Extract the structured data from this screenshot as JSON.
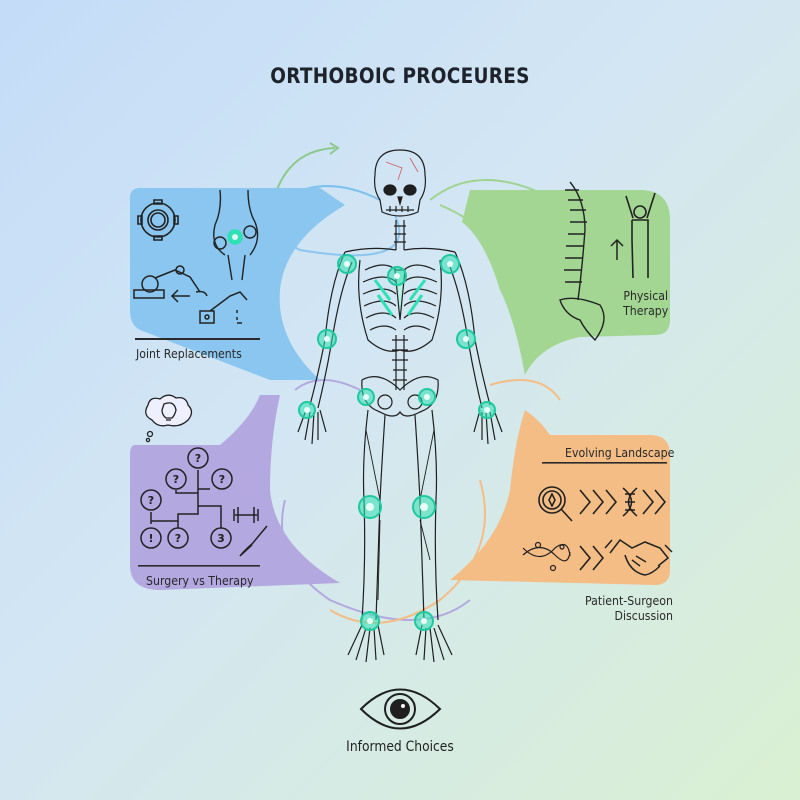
{
  "title": "ORTHOBOIC PROCEURES",
  "colors": {
    "background_top_left": "#c4dcf8",
    "background_bottom_right": "#daf0d2",
    "joint_replacements_panel": "#8ac6ef",
    "physical_therapy_panel": "#a3d693",
    "surgery_vs_therapy_panel": "#b3a8e0",
    "evolving_landscape_panel": "#f4bd86",
    "joint_highlight": "#2fe0b5",
    "line": "#222222"
  },
  "panels": [
    {
      "id": "top-left",
      "label": "Joint Replacements",
      "color": "#8ac6ef",
      "icons": [
        "gear-icon",
        "knee-joint-icon",
        "robotic-arm-icon",
        "arrow-left-icon",
        "robotic-arm-small-icon"
      ]
    },
    {
      "id": "top-right",
      "label": "Physical Therapy",
      "label_lines": [
        "Physical",
        "Therapy"
      ],
      "color": "#a3d693",
      "icons": [
        "spine-icon",
        "arrow-up-icon",
        "stretching-person-icon"
      ]
    },
    {
      "id": "bottom-left",
      "label": "Surgery vs Therapy",
      "color": "#b3a8e0",
      "icons": [
        "thought-bubble-lightbulb-icon",
        "decision-tree-icon",
        "dumbbell-icon",
        "scalpel-icon"
      ],
      "tree_nodes": [
        "?",
        "?",
        "?",
        "?",
        "!",
        "?",
        "3"
      ]
    },
    {
      "id": "bottom-right",
      "label": "Evolving Landscape",
      "secondary_label": "Patient-Surgeon Discussion",
      "secondary_label_lines": [
        "Patient-Surgeon",
        "Discussion"
      ],
      "color": "#f4bd86",
      "icons": [
        "magnifier-icon",
        "chevrons-icon",
        "dna-icon",
        "dna-strand-icon",
        "handshake-icon"
      ]
    }
  ],
  "center": {
    "figure": "human-skeleton",
    "highlighted_joints": [
      "shoulders",
      "sternum",
      "elbows",
      "hips",
      "wrists",
      "knees",
      "ankles"
    ]
  },
  "footer": {
    "icon": "eye-icon",
    "label": "Informed Choices"
  }
}
